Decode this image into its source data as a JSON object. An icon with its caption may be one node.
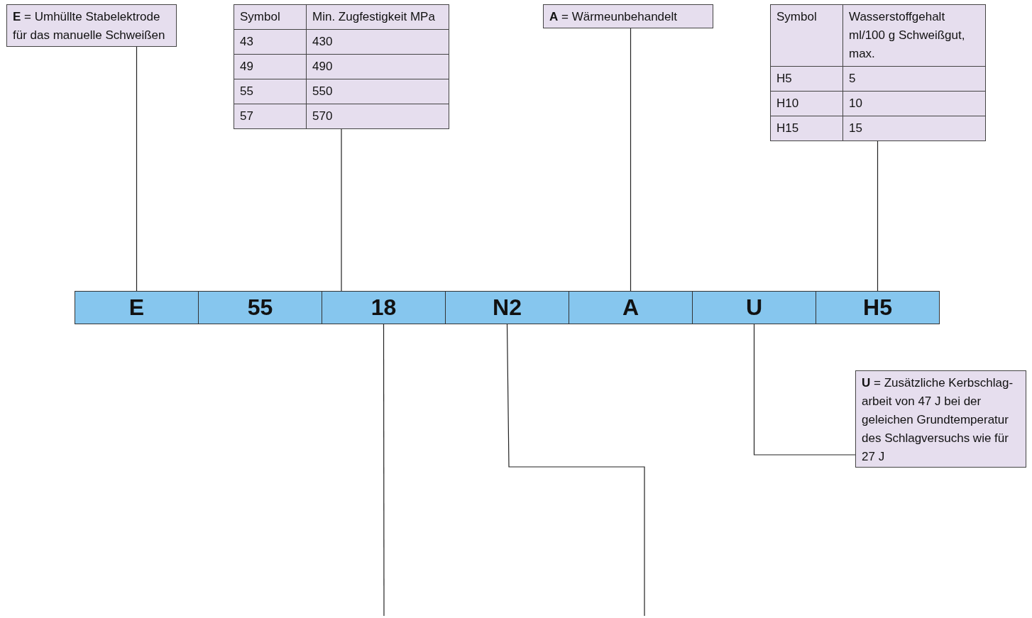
{
  "diagram": {
    "nodes": [
      {
        "text": [
          "**E** = Umhüllte Stabelektrode für das manuelle Schweißen"
        ]
      },
      {
        "text": [
          "Symbol",
          "Min. Zugfestigkeit MPa",
          "43",
          "430",
          "49",
          "490",
          "55",
          "550",
          "57",
          "570"
        ]
      },
      {
        "text": [
          "**A** = Wärmeunbehandelt"
        ]
      },
      {
        "text": [
          "Symbol",
          "Wasserstoffgehalt ml/100 g Schweißgut, max.",
          "H5",
          "5",
          "H10",
          "10",
          "H15",
          "15"
        ]
      },
      {
        "text": [
          "E"
        ]
      },
      {
        "text": [
          "55"
        ]
      },
      {
        "text": [
          "18"
        ]
      },
      {
        "text": [
          "N2"
        ]
      },
      {
        "text": [
          "A"
        ]
      },
      {
        "text": [
          "U"
        ]
      },
      {
        "text": [
          "H5"
        ]
      },
      {
        "text": [
          "**U** = Zusätzliche Kerbschlag-arbeit von 47 J bei der geleichen Grundtemperatur des Schlagversuchs wie für 27 J"
        ]
      }
    ],
    "edges": [
      {
        "from": 0,
        "to": 4,
        "arrow": "none"
      },
      {
        "from": 1,
        "to": 5,
        "arrow": "none"
      },
      {
        "from": 2,
        "to": 8,
        "arrow": "none"
      },
      {
        "from": 3,
        "to": 10,
        "arrow": "none"
      },
      {
        "from": 6,
        "to": null,
        "arrow": "none"
      },
      {
        "from": 7,
        "to": null,
        "arrow": "none"
      },
      {
        "from": 9,
        "to": 11,
        "arrow": "none"
      }
    ]
  }
}
